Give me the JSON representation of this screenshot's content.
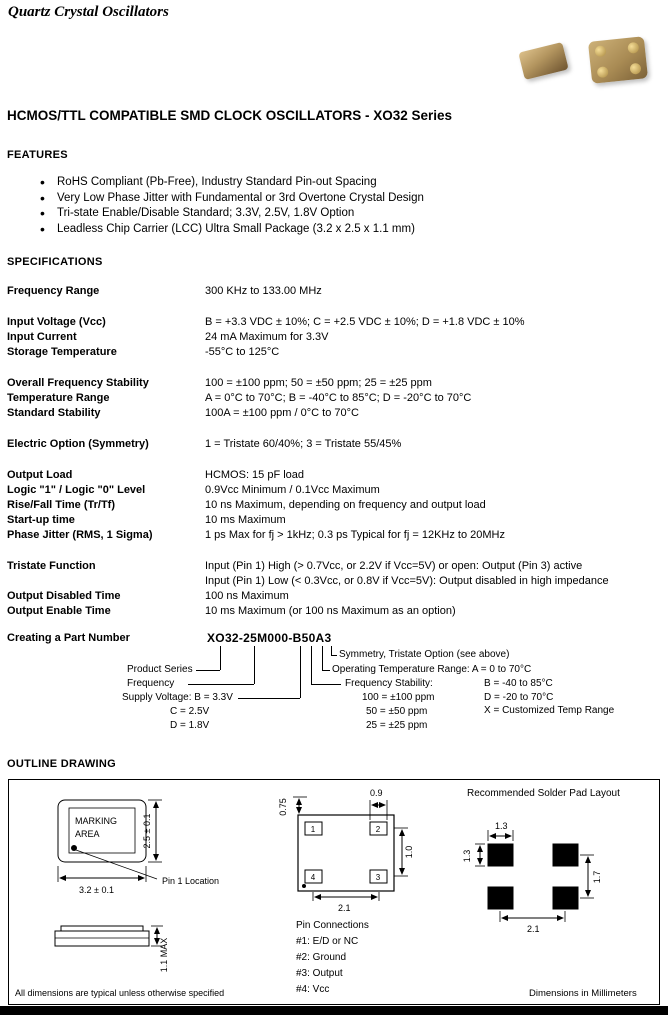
{
  "header": {
    "title": "Quartz Crystal Oscillators"
  },
  "page": {
    "title": "HCMOS/TTL COMPATIBLE SMD CLOCK OSCILLATORS - XO32 Series"
  },
  "features": {
    "heading": "FEATURES",
    "items": [
      "RoHS Compliant (Pb-Free), Industry Standard Pin-out Spacing",
      "Very Low Phase Jitter with Fundamental or 3rd Overtone Crystal Design",
      "Tri-state Enable/Disable Standard;  3.3V, 2.5V, 1.8V Option",
      "Leadless Chip Carrier (LCC) Ultra Small Package (3.2 x 2.5 x 1.1 mm)"
    ]
  },
  "specifications": {
    "heading": "SPECIFICATIONS",
    "rows": [
      {
        "label": "Frequency Range",
        "value": "300 KHz to 133.00 MHz"
      },
      {
        "label": "Input Voltage (Vcc)",
        "value": "B = +3.3 VDC ± 10%; C = +2.5 VDC ± 10%; D = +1.8 VDC ± 10%"
      },
      {
        "label": "Input Current",
        "value": "24 mA Maximum for 3.3V"
      },
      {
        "label": "Storage Temperature",
        "value": "-55°C to 125°C"
      },
      {
        "label": "Overall Frequency Stability",
        "value": "100 = ±100 ppm;  50 = ±50 ppm;  25 = ±25 ppm"
      },
      {
        "label": "Temperature Range",
        "value": "A = 0°C to 70°C; B = -40°C to 85°C; D = -20°C to 70°C"
      },
      {
        "label": "Standard Stability",
        "value": "100A = ±100 ppm / 0°C to 70°C"
      },
      {
        "label": "Electric Option (Symmetry)",
        "value": "1 = Tristate 60/40%; 3 = Tristate 55/45%"
      },
      {
        "label": "Output Load",
        "value": "HCMOS: 15 pF load"
      },
      {
        "label": "Logic \"1\" / Logic \"0\" Level",
        "value": "0.9Vcc Minimum / 0.1Vcc Maximum"
      },
      {
        "label": "Rise/Fall Time (Tr/Tf)",
        "value": "10 ns Maximum, depending on frequency and output load"
      },
      {
        "label": "Start-up time",
        "value": "10 ms Maximum"
      },
      {
        "label": "Phase Jitter (RMS, 1 Sigma)",
        "value": "1 ps Max for fj > 1kHz;  0.3 ps Typical for fj = 12KHz to 20MHz"
      },
      {
        "label": "Tristate Function",
        "value": "Input (Pin 1) High (> 0.7Vcc, or 2.2V if Vcc=5V) or open: Output (Pin 3) active\nInput (Pin 1) Low (< 0.3Vcc, or 0.8V if Vcc=5V): Output disabled in high impedance"
      },
      {
        "label": "Output Disabled Time",
        "value": "100 ns Maximum"
      },
      {
        "label": "Output Enable Time",
        "value": "10 ms Maximum (or 100 ns Maximum as an option)"
      }
    ]
  },
  "part_number": {
    "heading": "Creating a Part Number",
    "value": "XO32-25M000-B50A3",
    "labels": {
      "product_series": "Product Series",
      "frequency": "Frequency",
      "supply_voltage": "Supply Voltage: B = 3.3V",
      "supply_c": "C = 2.5V",
      "supply_d": "D = 1.8V",
      "symmetry": "Symmetry, Tristate Option (see above)",
      "operating_temp": "Operating Temperature Range: A = 0 to 70°C",
      "temp_b": "B = -40 to 85°C",
      "temp_d": "D = -20 to 70°C",
      "temp_x": "X = Customized Temp Range",
      "frequency_stability": "Frequency Stability:",
      "fs_100": "100 = ±100 ppm",
      "fs_50": "50 = ±50 ppm",
      "fs_25": "25 = ±25 ppm"
    }
  },
  "outline": {
    "heading": "OUTLINE DRAWING",
    "marking_line1": "MARKING",
    "marking_line2": "AREA",
    "dim_height": "2.5 ± 0.1",
    "dim_width": "3.2 ± 0.1",
    "pin1_location": "Pin 1 Location",
    "dim_thickness": "1.1 MAX",
    "dim_pad_offset": "0.75",
    "dim_pad_width": "0.9",
    "dim_pad_gap": "1.0",
    "dim_pad_pitch": "2.1",
    "pad1": "1",
    "pad2": "2",
    "pad3": "3",
    "pad4": "4",
    "pin_connections_heading": "Pin Connections",
    "pin_connections": [
      "#1: E/D or NC",
      "#2: Ground",
      "#3: Output",
      "#4: Vcc"
    ],
    "solder_pad_title": "Recommended Solder Pad Layout",
    "solder_dim_top": "1.3",
    "solder_dim_left": "1.3",
    "solder_dim_right": "1.7",
    "solder_dim_bottom": "2.1",
    "footer_left": "All dimensions are typical unless otherwise specified",
    "footer_right": "Dimensions in Millimeters"
  }
}
